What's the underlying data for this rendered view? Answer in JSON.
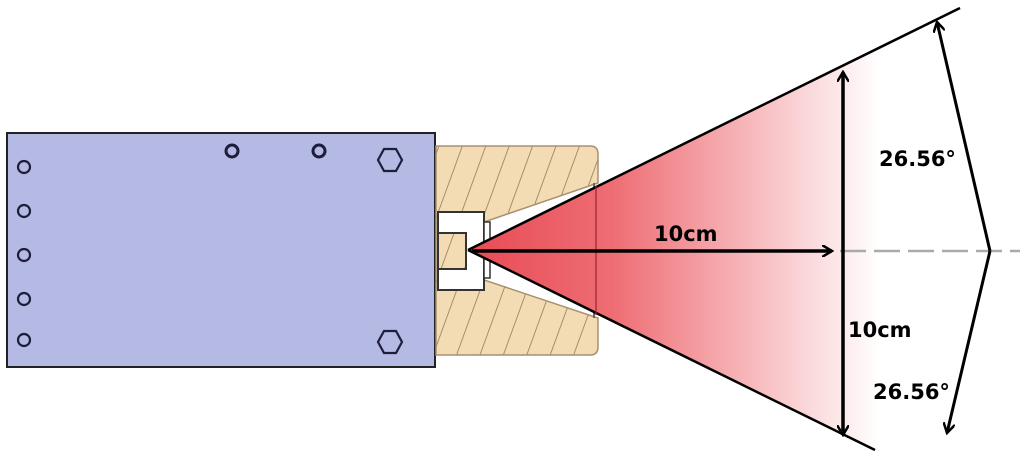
{
  "labels": {
    "distance": "10cm",
    "height": "10cm",
    "angle_upper": "26.56°",
    "angle_lower": "26.56°"
  },
  "colors": {
    "board": "#b4bae3",
    "housing": "#f3dcb4",
    "beam": "#e84b55"
  }
}
